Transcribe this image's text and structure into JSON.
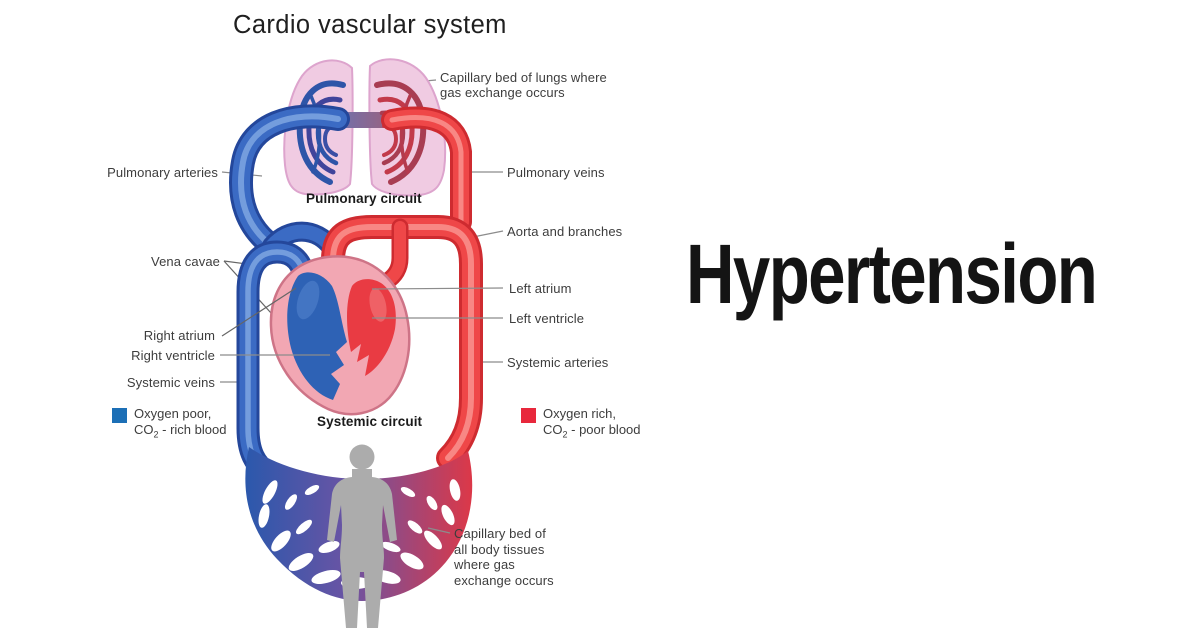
{
  "title": "Cardio vascular system",
  "headline": "Hypertension",
  "diagram": {
    "labels": {
      "capillary_lungs": "Capillary bed of lungs where gas exchange occurs",
      "pulmonary_arteries": "Pulmonary arteries",
      "pulmonary_circuit": "Pulmonary circuit",
      "pulmonary_veins": "Pulmonary veins",
      "aorta": "Aorta and branches",
      "vena_cavae": "Vena cavae",
      "left_atrium": "Left atrium",
      "left_ventricle": "Left ventricle",
      "right_atrium": "Right atrium",
      "right_ventricle": "Right ventricle",
      "systemic_veins": "Systemic veins",
      "systemic_arteries": "Systemic arteries",
      "systemic_circuit": "Systemic circuit",
      "capillary_body": "Capillary bed of all body tissues where gas exchange occurs"
    },
    "legend": {
      "oxygen_poor": {
        "color": "#1c6fb6",
        "line1": "Oxygen poor,",
        "formula": "CO",
        "formula_sub": "2",
        "line2_rest": " - rich blood"
      },
      "oxygen_rich": {
        "color": "#e8283c",
        "line1": "Oxygen rich,",
        "formula": "CO",
        "formula_sub": "2",
        "line2_rest": " - poor blood"
      }
    },
    "colors": {
      "vessel_blue": "#3b6bc4",
      "vessel_red": "#ef4748",
      "lung_pink": "#f0cbe2",
      "heart_pink": "#f2a7b3",
      "body_gray": "#acacac"
    }
  }
}
